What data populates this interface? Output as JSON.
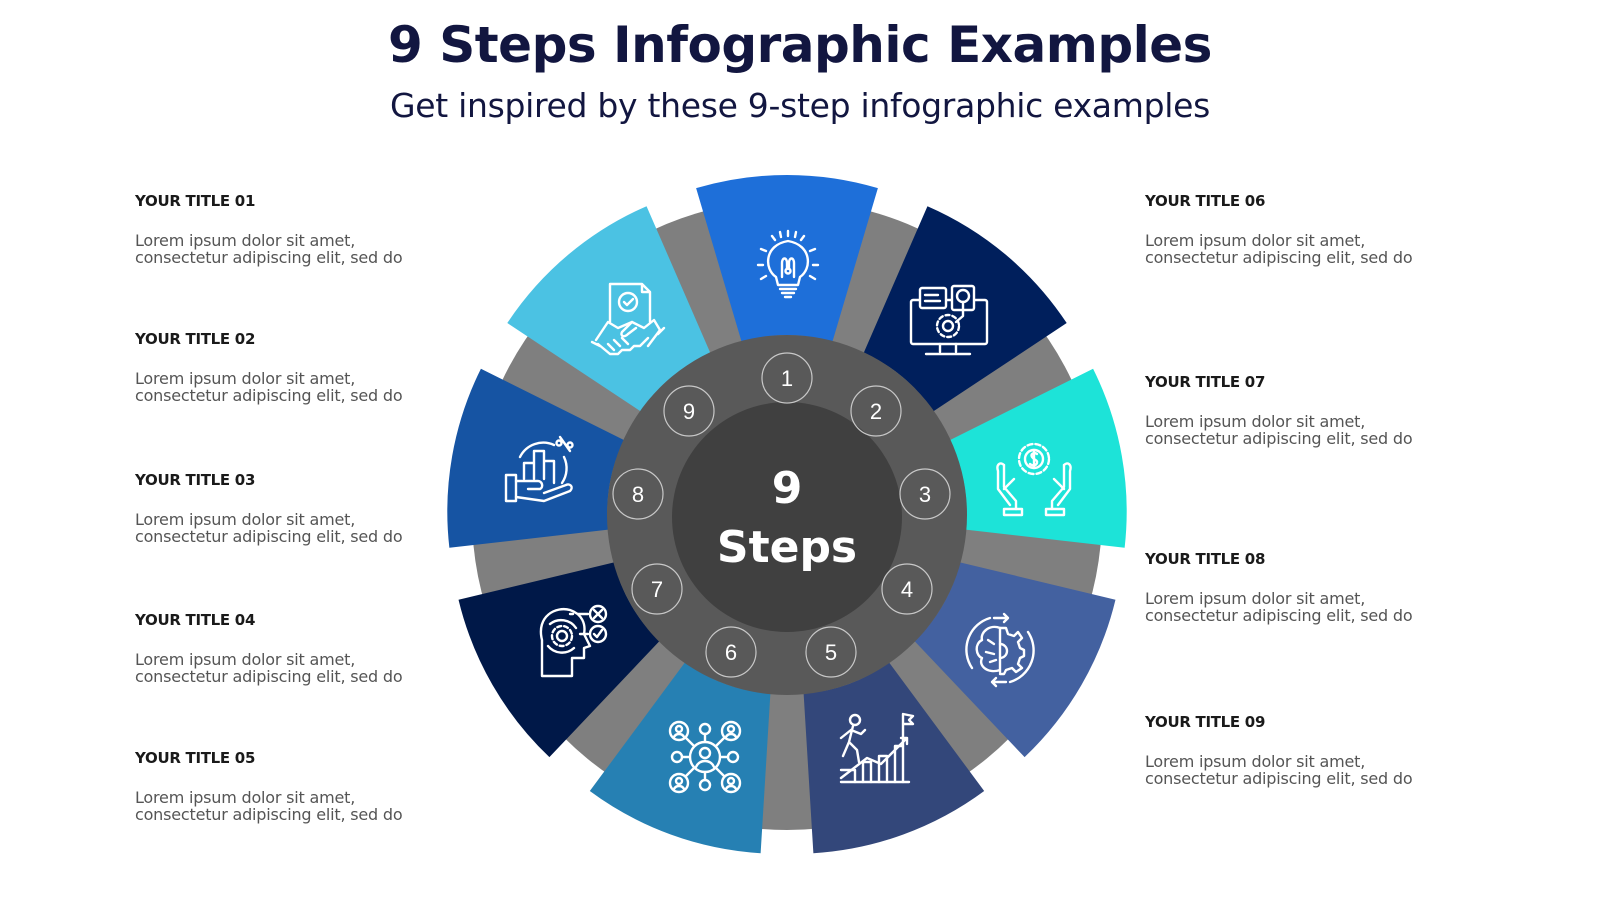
{
  "header": {
    "title": "9 Steps Infographic Examples",
    "subtitle": "Get inspired by these 9-step infographic examples"
  },
  "center": {
    "number": "9",
    "label": "Steps"
  },
  "colors": {
    "title": "#121640",
    "grey_ring": "#7f7f7f",
    "mid_ring": "#595959",
    "inner_disc": "#404040"
  },
  "wheel": {
    "step_numbers": [
      "1",
      "2",
      "3",
      "4",
      "5",
      "6",
      "7",
      "8",
      "9"
    ],
    "segments": [
      {
        "step": 1,
        "color": "#1e6fd9",
        "icon": "lightbulb-idea-icon"
      },
      {
        "step": 2,
        "color": "#001f5c",
        "icon": "computer-settings-icon"
      },
      {
        "step": 3,
        "color": "#1de3d8",
        "icon": "hands-money-gear-icon"
      },
      {
        "step": 4,
        "color": "#4361a0",
        "icon": "brain-gear-cycle-icon"
      },
      {
        "step": 5,
        "color": "#33477a",
        "icon": "person-climbing-growth-icon"
      },
      {
        "step": 6,
        "color": "#2680b3",
        "icon": "people-network-icon"
      },
      {
        "step": 7,
        "color": "#001848",
        "icon": "head-thinking-decision-icon"
      },
      {
        "step": 8,
        "color": "#1654a3",
        "icon": "hand-chart-percent-icon"
      },
      {
        "step": 9,
        "color": "#4bc2e3",
        "icon": "handshake-agreement-icon"
      }
    ]
  },
  "items": [
    {
      "title": "YOUR TITLE 01",
      "desc1": "Lorem ipsum dolor sit amet,",
      "desc2": "consectetur adipiscing elit, sed do"
    },
    {
      "title": "YOUR TITLE 02",
      "desc1": "Lorem ipsum dolor sit amet,",
      "desc2": "consectetur adipiscing elit, sed do"
    },
    {
      "title": "YOUR TITLE 03",
      "desc1": "Lorem ipsum dolor sit amet,",
      "desc2": "consectetur adipiscing elit, sed do"
    },
    {
      "title": "YOUR TITLE 04",
      "desc1": "Lorem ipsum dolor sit amet,",
      "desc2": "consectetur adipiscing elit, sed do"
    },
    {
      "title": "YOUR TITLE 05",
      "desc1": "Lorem ipsum dolor sit amet,",
      "desc2": "consectetur adipiscing elit, sed do"
    },
    {
      "title": "YOUR TITLE 06",
      "desc1": "Lorem ipsum dolor sit amet,",
      "desc2": "consectetur adipiscing elit, sed do"
    },
    {
      "title": "YOUR TITLE 07",
      "desc1": "Lorem ipsum dolor sit amet,",
      "desc2": "consectetur adipiscing elit, sed do"
    },
    {
      "title": "YOUR TITLE 08",
      "desc1": "Lorem ipsum dolor sit amet,",
      "desc2": "consectetur adipiscing elit, sed do"
    },
    {
      "title": "YOUR TITLE 09",
      "desc1": "Lorem ipsum dolor sit amet,",
      "desc2": "consectetur adipiscing elit, sed do"
    }
  ]
}
